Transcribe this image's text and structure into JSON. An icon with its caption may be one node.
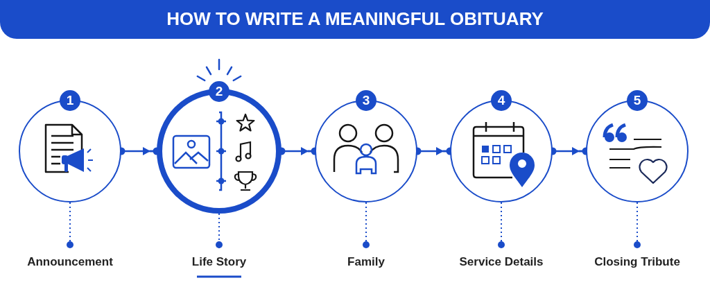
{
  "diagram": {
    "title": "HOW TO WRITE A MEANINGFUL OBITUARY",
    "nodes": [
      {
        "text": [
          "1"
        ]
      },
      {
        "text": [
          "2"
        ]
      },
      {
        "text": [
          "3"
        ]
      },
      {
        "text": [
          "4"
        ]
      },
      {
        "text": [
          "5"
        ]
      },
      {
        "text": [
          "Announcement"
        ]
      },
      {
        "text": [
          "Life Story"
        ]
      },
      {
        "text": [
          "Family"
        ]
      },
      {
        "text": [
          "Service Details"
        ]
      },
      {
        "text": [
          "Closing Tribute"
        ]
      }
    ],
    "edges": [
      {
        "from": 0,
        "to": 1,
        "arrow": "to"
      },
      {
        "from": 1,
        "to": 2,
        "arrow": "to"
      },
      {
        "from": 2,
        "to": 3,
        "arrow": "to"
      },
      {
        "from": 3,
        "to": 4,
        "arrow": "to"
      },
      {
        "from": 0,
        "to": 5,
        "arrow": "other",
        "style": "dashed"
      },
      {
        "from": 1,
        "to": 6,
        "arrow": "other",
        "style": "dashed"
      },
      {
        "from": 2,
        "to": 7,
        "arrow": "other",
        "style": "dashed"
      },
      {
        "from": 3,
        "to": 8,
        "arrow": "other",
        "style": "dashed"
      },
      {
        "from": 4,
        "to": 9,
        "arrow": "other",
        "style": "dashed"
      }
    ]
  }
}
